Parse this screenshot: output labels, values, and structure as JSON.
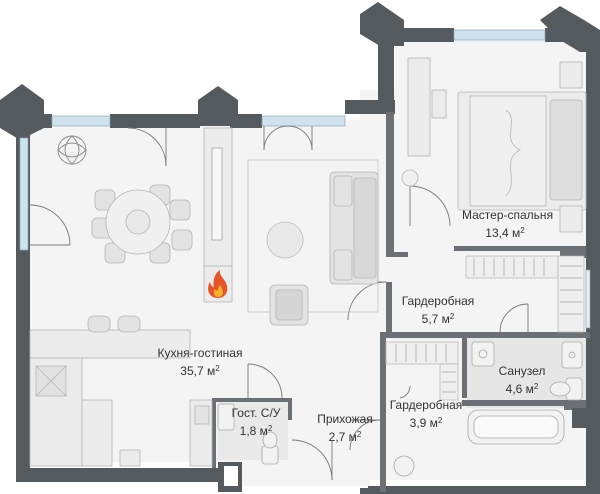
{
  "rooms": [
    {
      "name": "Мастер-спальня",
      "area": "13,4 м",
      "sup": "2"
    },
    {
      "name": "Гардеробная",
      "area": "5,7 м",
      "sup": "2"
    },
    {
      "name": "Кухня-гостиная",
      "area": "35,7 м",
      "sup": "2"
    },
    {
      "name": "Санузел",
      "area": "4,6 м",
      "sup": "2"
    },
    {
      "name": "Гардеробная",
      "area": "3,9 м",
      "sup": "2"
    },
    {
      "name": "Гост. С/У",
      "area": "1,8 м",
      "sup": "2"
    },
    {
      "name": "Прихожая",
      "area": "2,7 м",
      "sup": "2"
    }
  ],
  "colors": {
    "wall": "#555a5f",
    "floor": "#f4f4f4",
    "window": "#cfe3ee",
    "furniture": "#dcdcdc",
    "furniture_stroke": "#b5b5b5",
    "fireplace": "#e8542a",
    "bathroom_floor": "#e6e6e6"
  },
  "icons": [
    "fire-icon",
    "flower-plant-icon",
    "bed-icon",
    "sofa-icon",
    "dining-table-icon",
    "bathtub-icon",
    "toilet-icon",
    "shower-icon"
  ]
}
